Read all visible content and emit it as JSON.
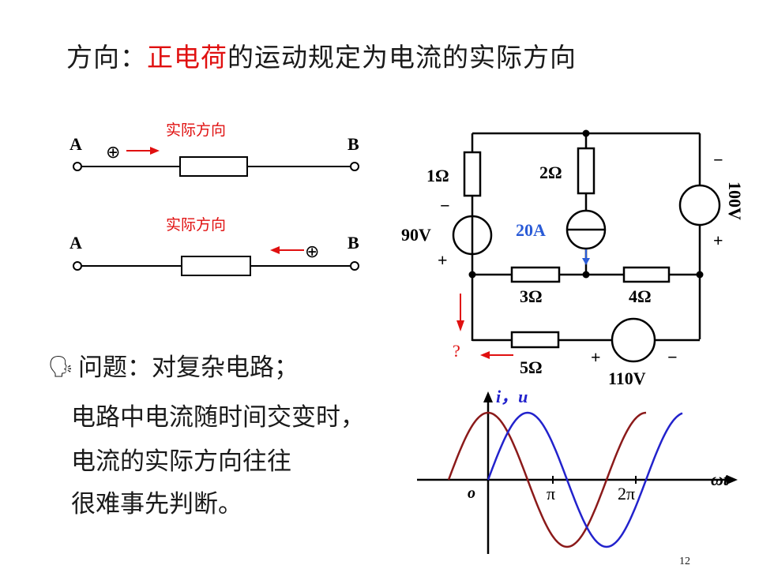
{
  "title": {
    "prefix": "方向：",
    "highlight": "正电荷",
    "suffix": "的运动规定为电流的实际方向"
  },
  "left_circuits": [
    {
      "label": "实际方向",
      "terminal_a": "A",
      "terminal_b": "B",
      "charge": "⊕",
      "arrow_dir": "right"
    },
    {
      "label": "实际方向",
      "terminal_a": "A",
      "terminal_b": "B",
      "charge": "⊕",
      "arrow_dir": "left"
    }
  ],
  "circuit": {
    "r1": "1Ω",
    "r2": "2Ω",
    "r3": "3Ω",
    "r4": "4Ω",
    "r5": "5Ω",
    "v90": "90V",
    "i20": "20A",
    "v100": "100V",
    "v110": "110V",
    "minus": "−",
    "plus": "+",
    "unknown": "?"
  },
  "question": {
    "bullet_icon": "speaker-icon",
    "text": "问题：对复杂电路；"
  },
  "body_lines": [
    "电路中电流随时间交变时，",
    "电流的实际方向往往",
    "很难事先判断。"
  ],
  "waveform": {
    "y_label": "i，u",
    "x_label": "ωt",
    "origin": "o",
    "pi": "π",
    "two_pi": "2π",
    "colors": {
      "i": "#8b1a1a",
      "u": "#2222cc"
    }
  },
  "page_number": "12"
}
